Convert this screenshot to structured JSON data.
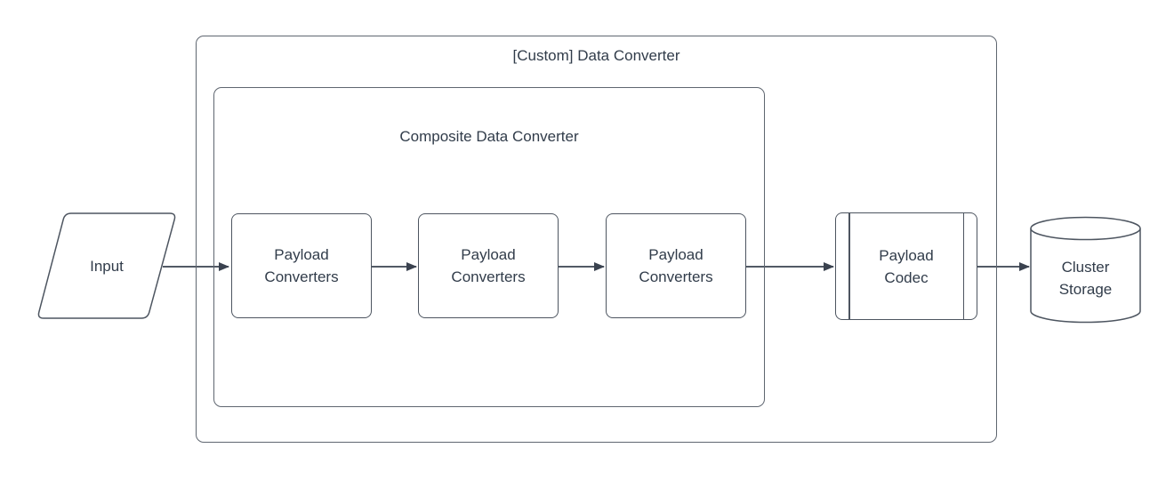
{
  "diagram": {
    "containers": [
      {
        "id": "custom-data-converter",
        "label": "[Custom] Data Converter"
      },
      {
        "id": "composite-data-converter",
        "label": "Composite Data Converter"
      }
    ],
    "nodes": [
      {
        "id": "input",
        "shape": "parallelogram",
        "label": "Input"
      },
      {
        "id": "payload-converters-1",
        "shape": "rounded-rectangle",
        "label": "Payload Converters"
      },
      {
        "id": "payload-converters-2",
        "shape": "rounded-rectangle",
        "label": "Payload Converters"
      },
      {
        "id": "payload-converters-3",
        "shape": "rounded-rectangle",
        "label": "Payload Converters"
      },
      {
        "id": "payload-codec",
        "shape": "predefined-process",
        "label": "Payload Codec"
      },
      {
        "id": "cluster-storage",
        "shape": "cylinder",
        "label": "Cluster Storage"
      }
    ],
    "edges": [
      {
        "from": "input",
        "to": "payload-converters-1"
      },
      {
        "from": "payload-converters-1",
        "to": "payload-converters-2"
      },
      {
        "from": "payload-converters-2",
        "to": "payload-converters-3"
      },
      {
        "from": "payload-converters-3",
        "to": "payload-codec"
      },
      {
        "from": "payload-codec",
        "to": "cluster-storage"
      }
    ],
    "colors": {
      "background": "#ffffff",
      "container_border": "#5f6670",
      "node_border": "#4d5560",
      "arrow": "#3a424f",
      "text": "#313c4a"
    }
  }
}
